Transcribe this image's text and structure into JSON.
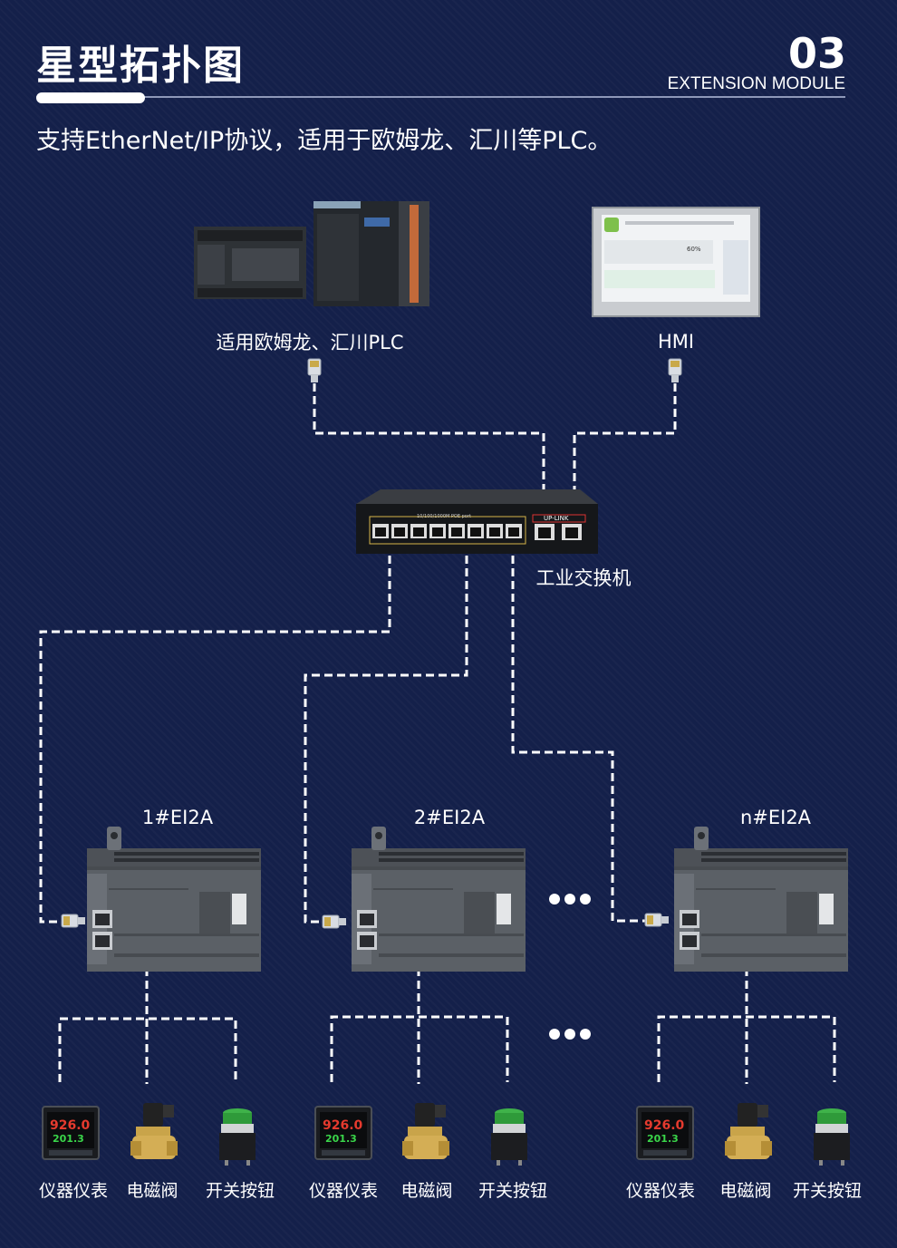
{
  "header": {
    "title": "星型拓扑图",
    "section_number": "03",
    "section_subtitle": "EXTENSION MODULE",
    "description": "支持EtherNet/IP协议，适用于欧姆龙、汇川等PLC。"
  },
  "top_devices": {
    "plc_label": "适用欧姆龙、汇川PLC",
    "hmi_label": "HMI",
    "hmi_screen_value": "60%"
  },
  "switch": {
    "label": "工业交换机",
    "port_text": "10/100/1000M POE port",
    "uplink_text": "UP-LINK"
  },
  "modules": [
    {
      "label": "1#EI2A"
    },
    {
      "label": "2#EI2A"
    },
    {
      "label": "n#EI2A"
    }
  ],
  "field_devices": {
    "meter": "仪器仪表",
    "valve": "电磁阀",
    "button": "开关按钮",
    "meter_pv": "926.0",
    "meter_sv": "201.3"
  },
  "colors": {
    "background": "#14204a",
    "line": "#ffffff",
    "device_gray": "#5b6066"
  }
}
